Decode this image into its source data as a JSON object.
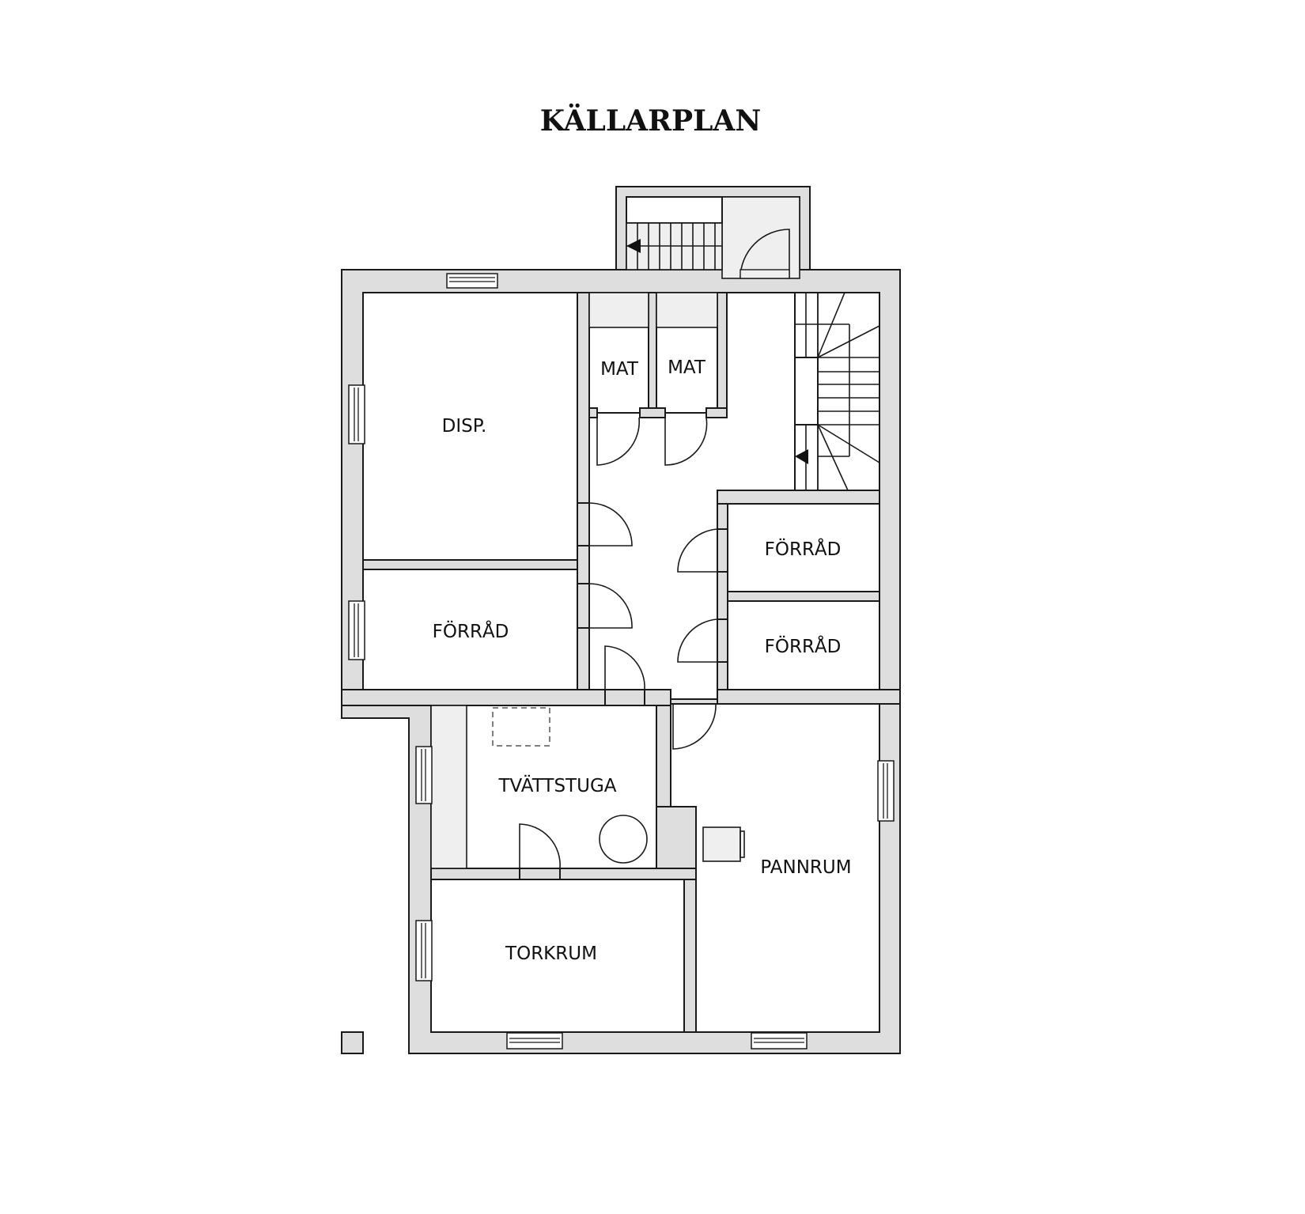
{
  "title": "KÄLLARPLAN",
  "colors": {
    "wall_fill": "#dedede",
    "line": "#1a1a1a",
    "fixture_fill": "#efefef",
    "background": "#ffffff"
  },
  "rooms": [
    {
      "id": "disp",
      "label": "DISP."
    },
    {
      "id": "mat-1",
      "label": "MAT"
    },
    {
      "id": "mat-2",
      "label": "MAT"
    },
    {
      "id": "forrad-left",
      "label": "FÖRRÅD"
    },
    {
      "id": "forrad-right-1",
      "label": "FÖRRÅD"
    },
    {
      "id": "forrad-right-2",
      "label": "FÖRRÅD"
    },
    {
      "id": "tvattstuga",
      "label": "TVÄTTSTUGA"
    },
    {
      "id": "torkrum",
      "label": "TORKRUM"
    },
    {
      "id": "pannrum",
      "label": "PANNRUM"
    }
  ],
  "symbols": {
    "stair_arrow": "stair-direction-arrow",
    "door_swing": "door-swing-arc",
    "window": "window",
    "washing_machine": "circle-fixture",
    "boiler": "boiler-box",
    "dashed_fixture": "dashed-rectangle"
  }
}
